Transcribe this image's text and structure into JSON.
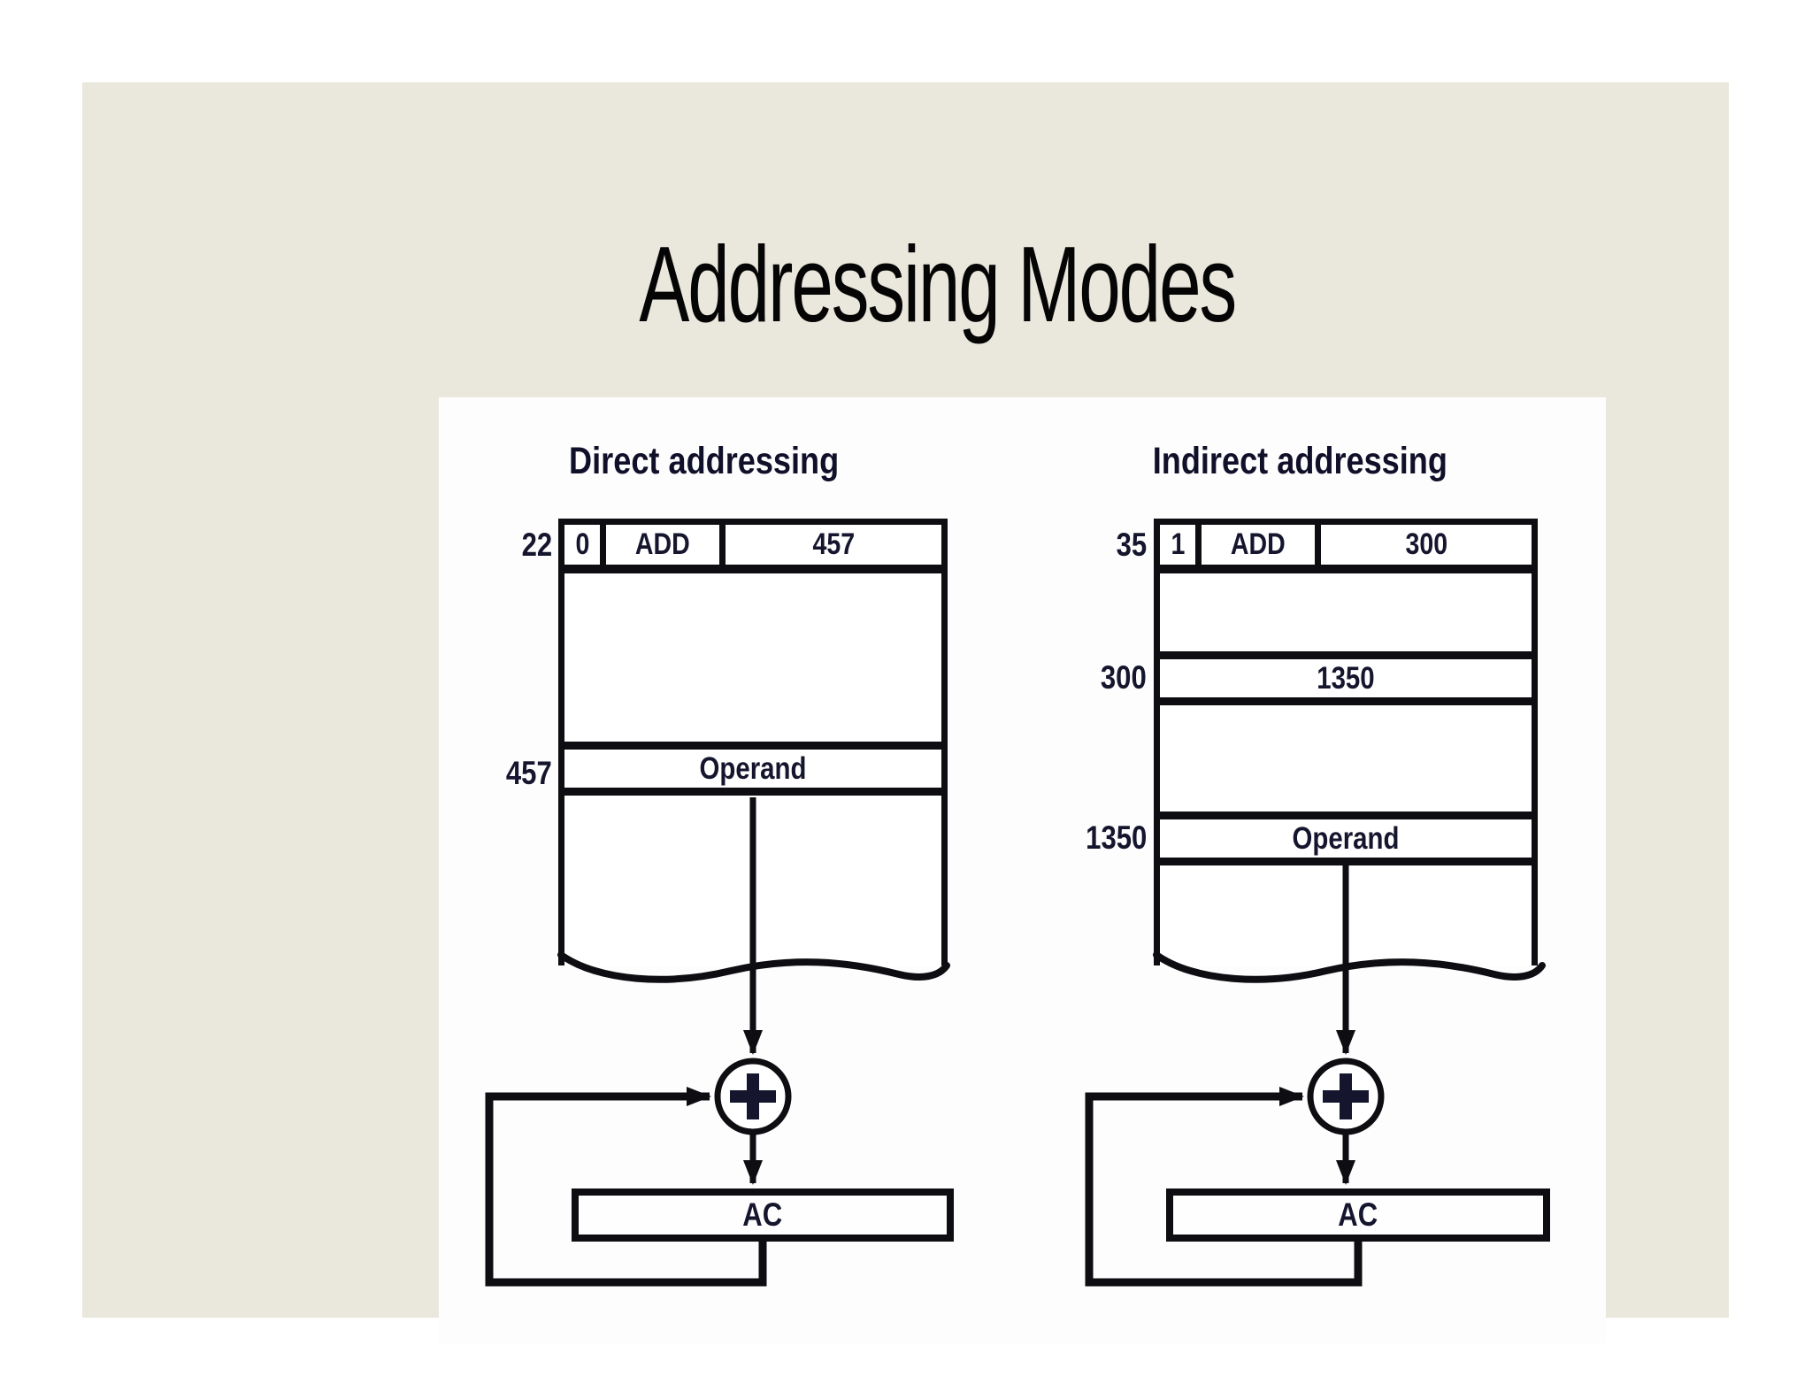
{
  "slide": {
    "title": "Addressing Modes"
  },
  "colors": {
    "page_background": "#ffffff",
    "slide_background": "#eae8dd",
    "panel_background": "#fdfdfd",
    "ink": "#0d0d12",
    "text": "#15152e"
  },
  "icons": {
    "adder": "plus-in-circle",
    "memory_break": "wavy-torn-edge",
    "flow": "arrow-down"
  },
  "diagrams": {
    "direct": {
      "title": "Direct addressing",
      "instruction": {
        "address": "22",
        "indirect_bit": "0",
        "opcode": "ADD",
        "operand_address": "457"
      },
      "memory_cells": [
        {
          "address": "457",
          "content": "Operand"
        }
      ],
      "register": "AC"
    },
    "indirect": {
      "title": "Indirect addressing",
      "instruction": {
        "address": "35",
        "indirect_bit": "1",
        "opcode": "ADD",
        "operand_address": "300"
      },
      "memory_cells": [
        {
          "address": "300",
          "content": "1350"
        },
        {
          "address": "1350",
          "content": "Operand"
        }
      ],
      "register": "AC"
    }
  }
}
